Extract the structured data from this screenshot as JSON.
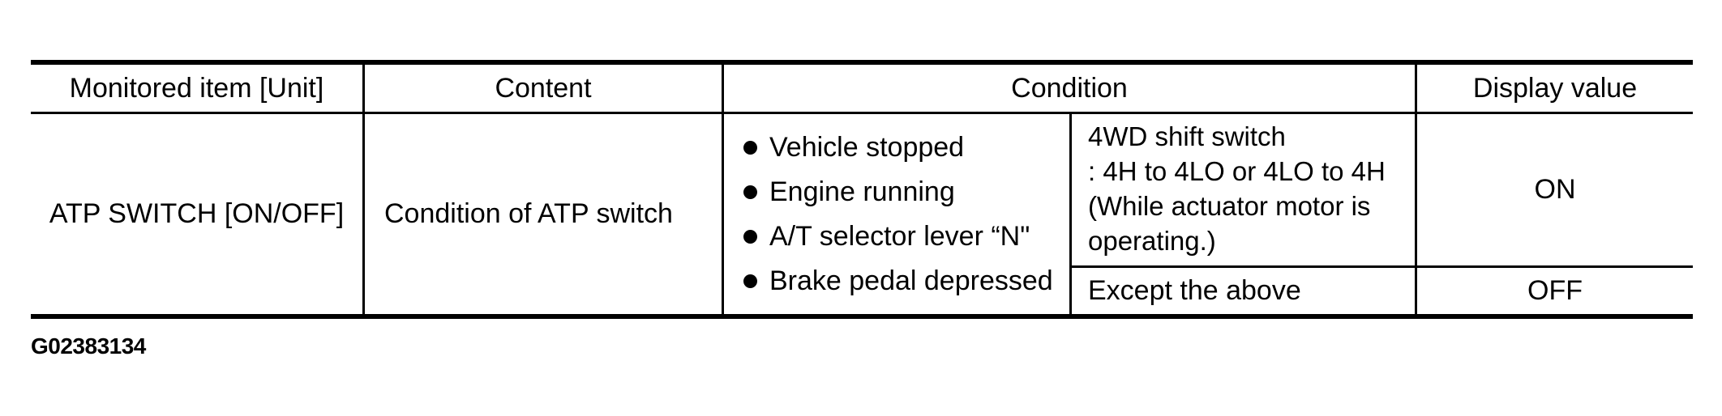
{
  "table": {
    "header": {
      "monitored_item": "Monitored item [Unit]",
      "content": "Content",
      "condition": "Condition",
      "display_value": "Display value"
    },
    "row": {
      "monitored_item": "ATP SWITCH [ON/OFF]",
      "content": "Condition of ATP switch",
      "condition_bullets": [
        "Vehicle stopped",
        "Engine running",
        "A/T selector lever “N\"",
        "Brake pedal depressed"
      ],
      "sub_rows": [
        {
          "condition_lines": [
            "4WD shift switch",
            ": 4H to 4LO or 4LO to 4H",
            "(While actuator motor is",
            "operating.)"
          ],
          "display_value": "ON"
        },
        {
          "condition": "Except the above",
          "display_value": "OFF"
        }
      ]
    }
  },
  "figure_id": "G02383134",
  "colors": {
    "background": "#ffffff",
    "text": "#000000",
    "border": "#000000"
  }
}
